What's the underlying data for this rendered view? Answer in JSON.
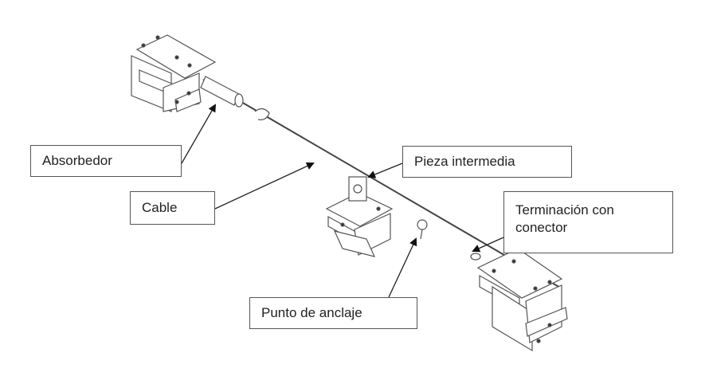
{
  "labels": {
    "absorbedor": "Absorbedor",
    "cable": "Cable",
    "pieza_intermedia": "Pieza intermedia",
    "terminacion_line1": "Terminación con",
    "terminacion_line2": "conector",
    "punto_anclaje": "Punto de anclaje"
  }
}
